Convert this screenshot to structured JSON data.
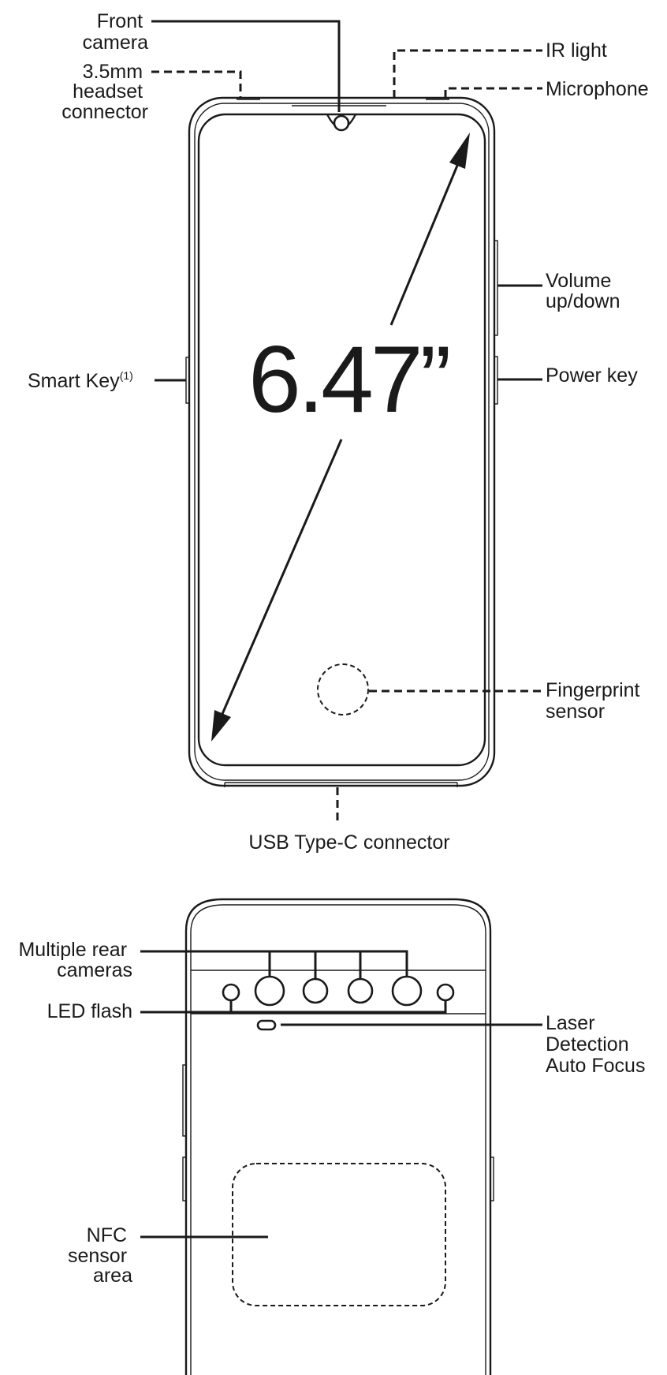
{
  "front_view": {
    "diagonal_size": "6.47”",
    "labels": {
      "front_camera": [
        "Front",
        "camera"
      ],
      "headset_connector": [
        "3.5mm",
        "headset",
        "connector"
      ],
      "ir_light": "IR light",
      "microphone": "Microphone",
      "volume": [
        "Volume",
        "up/down"
      ],
      "smart_key": "Smart Key",
      "smart_key_footnote": "(1)",
      "power_key": "Power key",
      "fingerprint_sensor": [
        "Fingerprint",
        "sensor"
      ],
      "usb_connector": "USB Type-C connector"
    }
  },
  "back_view": {
    "labels": {
      "rear_cameras": [
        "Multiple rear",
        "cameras"
      ],
      "led_flash": "LED flash",
      "laser_af": [
        "Laser",
        "Detection",
        "Auto Focus"
      ],
      "nfc": [
        "NFC",
        "sensor",
        "area"
      ]
    }
  }
}
